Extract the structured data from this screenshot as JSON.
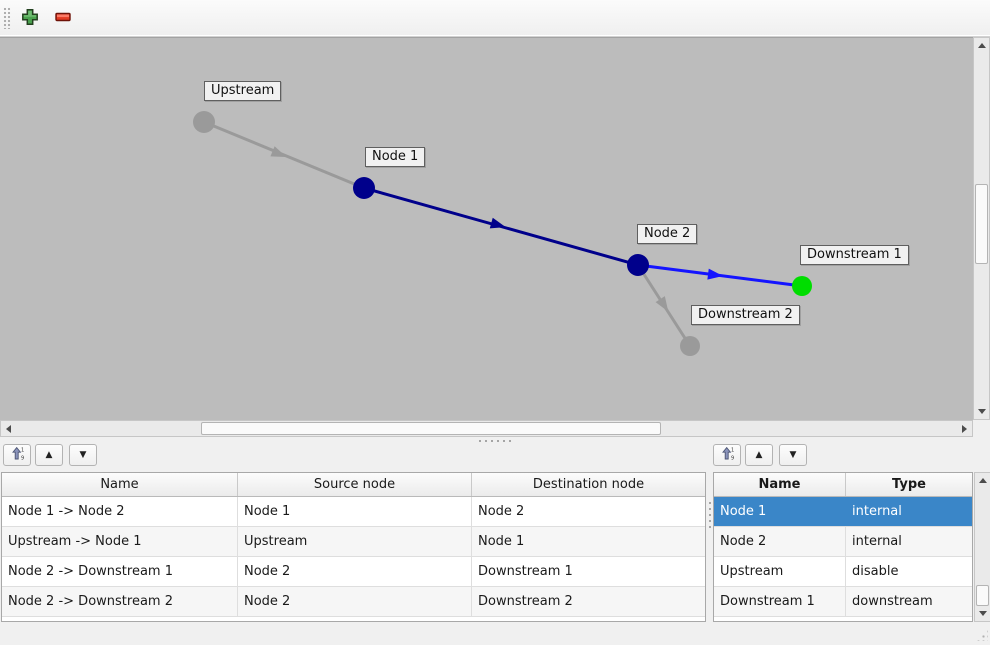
{
  "toolbar": {
    "add_icon": "green-plus-icon",
    "remove_icon": "red-minus-icon",
    "add_color": "#4aa24e",
    "remove_color": "#e23a22"
  },
  "graph": {
    "canvas_color": "#bcbcbc",
    "nodes": [
      {
        "label": "Upstream",
        "color": "#9a9a9a"
      },
      {
        "label": "Node 1",
        "color": "#00008b"
      },
      {
        "label": "Node 2",
        "color": "#00008b"
      },
      {
        "label": "Downstream 1",
        "color": "#00dd00"
      },
      {
        "label": "Downstream 2",
        "color": "#9a9a9a"
      }
    ],
    "edges": [
      {
        "name": "Upstream -> Node 1",
        "color": "#9a9a9a"
      },
      {
        "name": "Node 1 -> Node 2",
        "color": "#00008b"
      },
      {
        "name": "Node 2 -> Downstream 1",
        "color": "#1414ff"
      },
      {
        "name": "Node 2 -> Downstream 2",
        "color": "#9a9a9a"
      }
    ]
  },
  "table_toolbar": {
    "sort_icon": "sort-ascending-icon",
    "up_glyph": "▲",
    "down_glyph": "▼"
  },
  "edge_table": {
    "columns": [
      "Name",
      "Source node",
      "Destination node"
    ],
    "rows": [
      [
        "Node 1 -> Node 2",
        "Node 1",
        "Node 2"
      ],
      [
        "Upstream -> Node 1",
        "Upstream",
        "Node 1"
      ],
      [
        "Node 2 -> Downstream 1",
        "Node 2",
        "Downstream 1"
      ],
      [
        "Node 2 -> Downstream 2",
        "Node 2",
        "Downstream 2"
      ]
    ]
  },
  "node_table": {
    "columns": [
      "Name",
      "Type"
    ],
    "rows": [
      [
        "Node 1",
        "internal"
      ],
      [
        "Node 2",
        "internal"
      ],
      [
        "Upstream",
        "disable"
      ],
      [
        "Downstream 1",
        "downstream"
      ]
    ],
    "selected_row": 0,
    "selection_color": "#3a86c8"
  }
}
